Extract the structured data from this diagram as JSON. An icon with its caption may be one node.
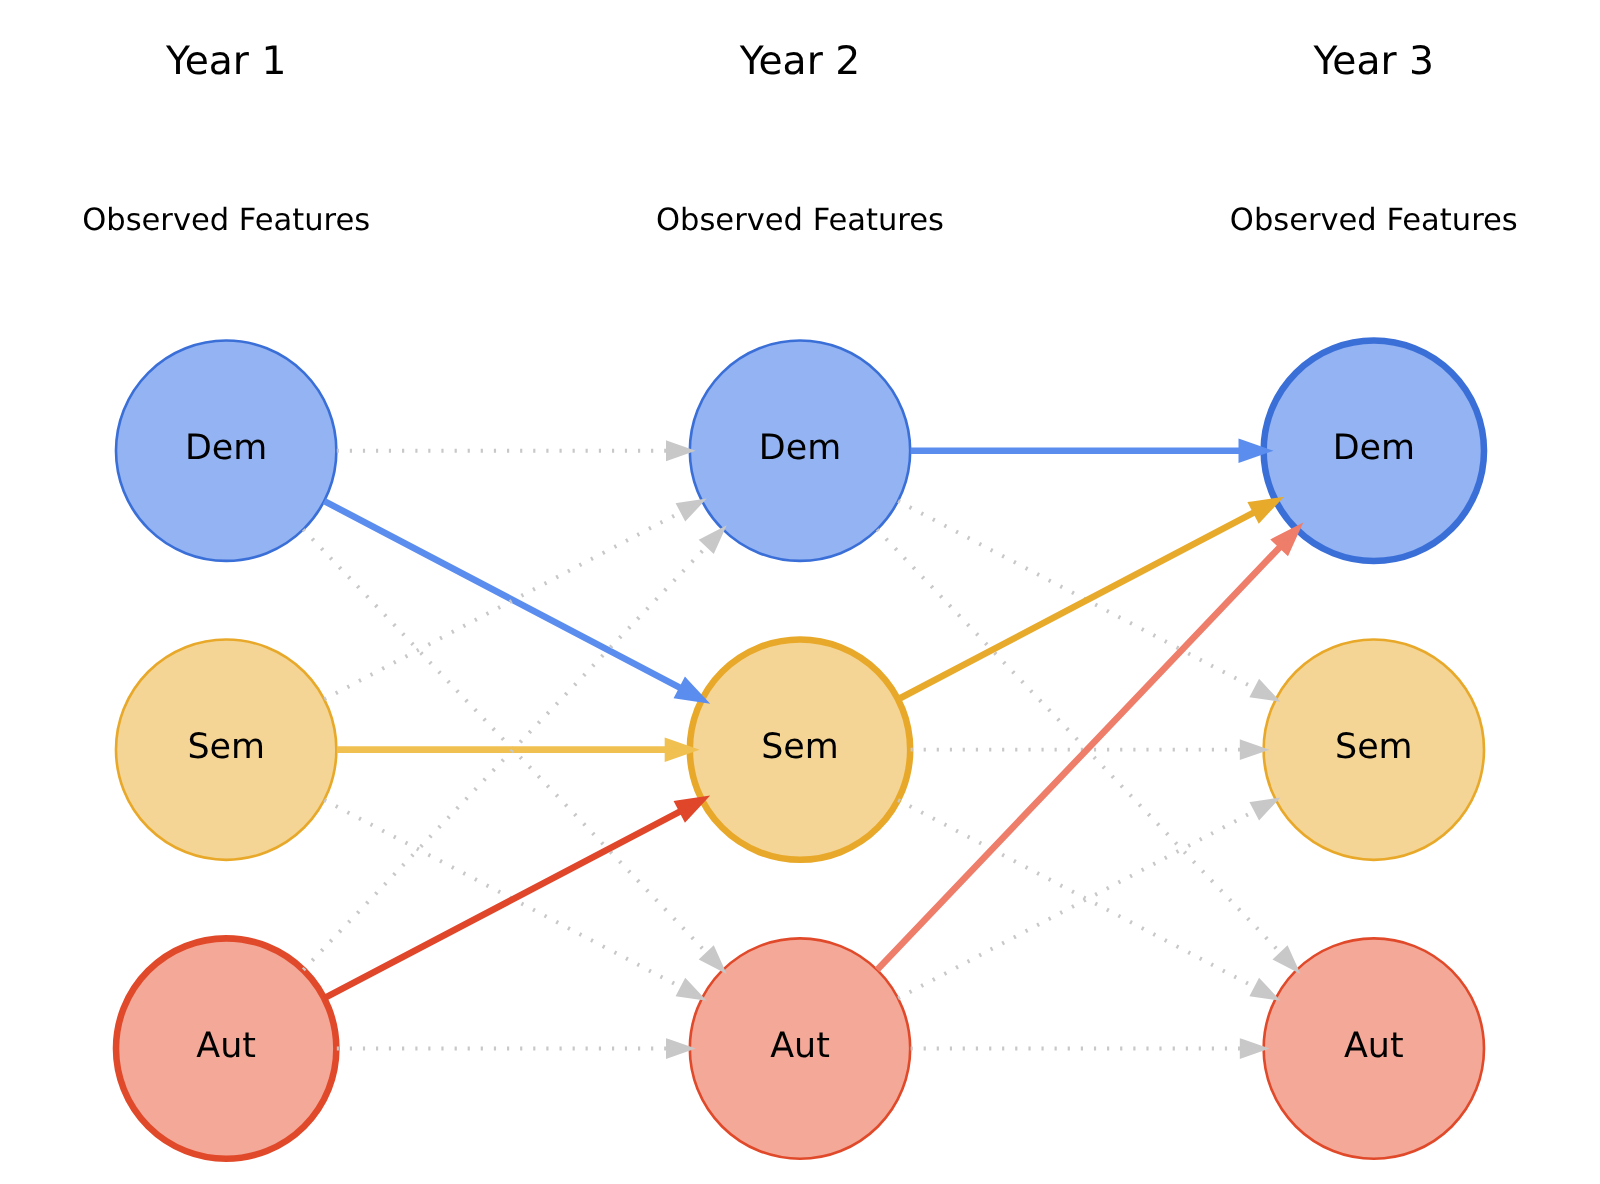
{
  "diagram": {
    "nodes": [
      {
        "text": [
          "Dem"
        ]
      },
      {
        "text": [
          "Sem"
        ]
      },
      {
        "text": [
          "Aut"
        ]
      },
      {
        "text": [
          "Dem"
        ]
      },
      {
        "text": [
          "Sem"
        ]
      },
      {
        "text": [
          "Aut"
        ]
      },
      {
        "text": [
          "Dem"
        ]
      },
      {
        "text": [
          "Sem"
        ]
      },
      {
        "text": [
          "Aut"
        ]
      }
    ],
    "edges": [
      {
        "from": 0,
        "to": 3,
        "arrow": "to",
        "style": "dashed"
      },
      {
        "from": 0,
        "to": 4,
        "arrow": "to",
        "color": "#5b8def"
      },
      {
        "from": 0,
        "to": 5,
        "arrow": "to",
        "style": "dashed"
      },
      {
        "from": 1,
        "to": 3,
        "arrow": "to",
        "style": "dashed"
      },
      {
        "from": 1,
        "to": 4,
        "arrow": "to",
        "color": "#f0c050"
      },
      {
        "from": 1,
        "to": 5,
        "arrow": "to",
        "style": "dashed"
      },
      {
        "from": 2,
        "to": 3,
        "arrow": "to",
        "style": "dashed"
      },
      {
        "from": 2,
        "to": 4,
        "arrow": "to",
        "color": "#e0462a"
      },
      {
        "from": 2,
        "to": 5,
        "arrow": "to",
        "style": "dashed"
      },
      {
        "from": 3,
        "to": 6,
        "arrow": "to",
        "color": "#5b8def"
      },
      {
        "from": 3,
        "to": 7,
        "arrow": "to",
        "style": "dashed"
      },
      {
        "from": 3,
        "to": 8,
        "arrow": "to",
        "style": "dashed"
      },
      {
        "from": 4,
        "to": 6,
        "arrow": "to",
        "color": "#e8aa2a"
      },
      {
        "from": 4,
        "to": 7,
        "arrow": "to",
        "style": "dashed"
      },
      {
        "from": 4,
        "to": 8,
        "arrow": "to",
        "style": "dashed"
      },
      {
        "from": 5,
        "to": 6,
        "arrow": "to",
        "color": "#ee7d6a"
      },
      {
        "from": 5,
        "to": 7,
        "arrow": "to",
        "style": "dashed"
      },
      {
        "from": 5,
        "to": 8,
        "arrow": "to",
        "style": "dashed"
      }
    ],
    "labels": [
      "Year 1",
      "Observed Features",
      "Year 2",
      "Observed Features",
      "Year 3",
      "Observed Features"
    ]
  }
}
